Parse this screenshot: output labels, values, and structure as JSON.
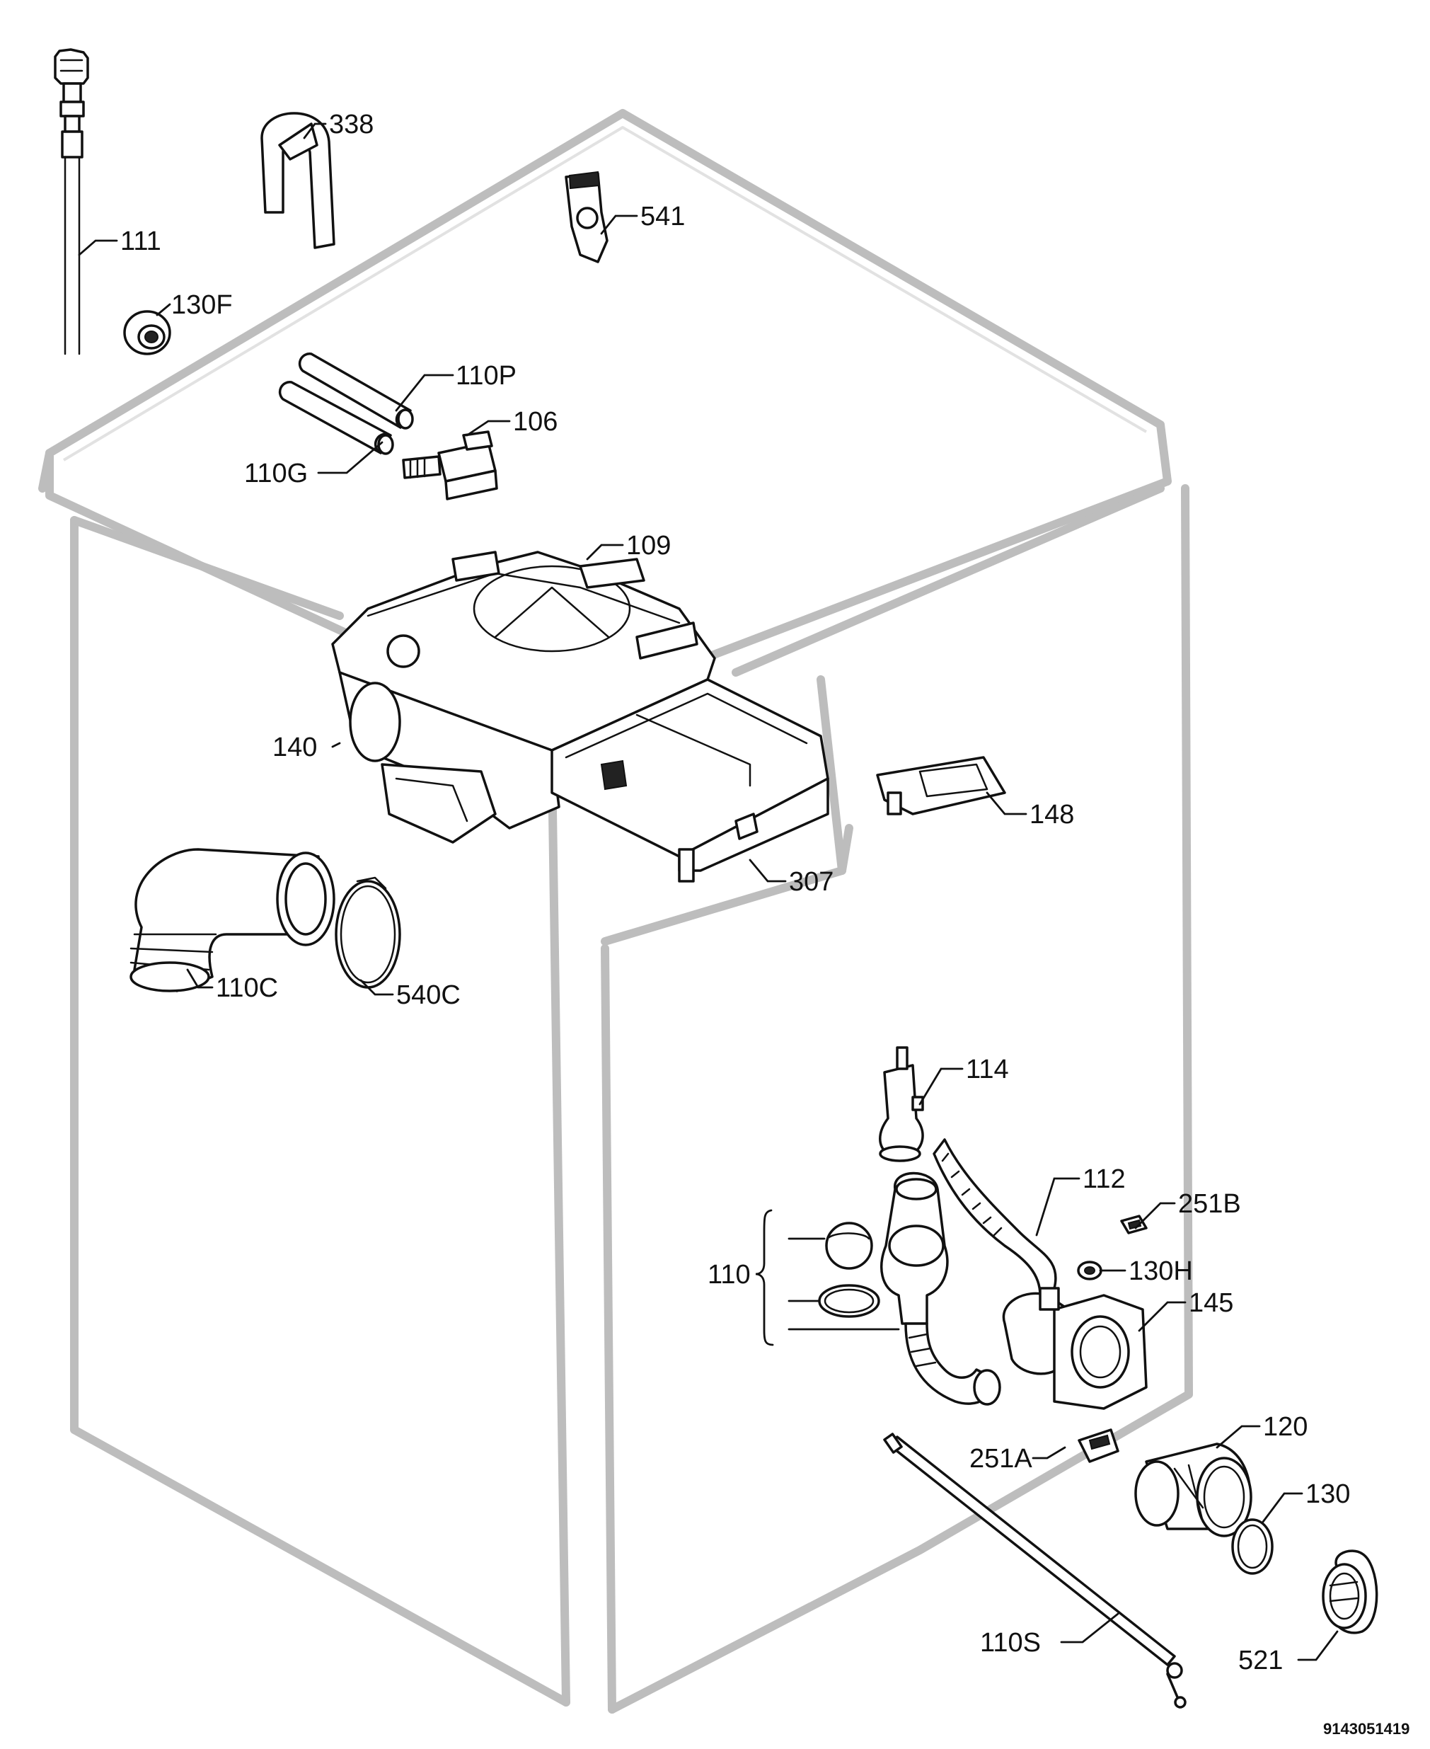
{
  "labels": {
    "p338": "338",
    "p541": "541",
    "p111": "111",
    "p130F": "130F",
    "p110P": "110P",
    "p106": "106",
    "p110G": "110G",
    "p109": "109",
    "p140": "140",
    "p148": "148",
    "p307": "307",
    "p110C": "110C",
    "p540C": "540C",
    "p114": "114",
    "p112": "112",
    "p251B": "251B",
    "p110": "110",
    "p130H": "130H",
    "p145": "145",
    "p120": "120",
    "p251A": "251A",
    "p130": "130",
    "p110S": "110S",
    "p521": "521"
  },
  "drawing_code": "9143051419"
}
